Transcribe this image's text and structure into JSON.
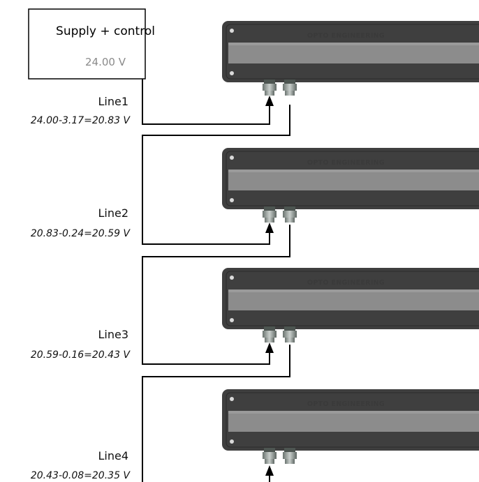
{
  "supply": {
    "title": "Supply + control",
    "voltage": "24.00 V"
  },
  "devices": [
    {
      "brand": "OPTO ENGINEERING"
    },
    {
      "brand": "OPTO ENGINEERING"
    },
    {
      "brand": "OPTO ENGINEERING"
    },
    {
      "brand": "OPTO ENGINEERING"
    }
  ],
  "lines": [
    {
      "label": "Line1",
      "formula": "24.00-3.17=20.83 V"
    },
    {
      "label": "Line2",
      "formula": "20.83-0.24=20.59 V"
    },
    {
      "label": "Line3",
      "formula": "20.59-0.16=20.43 V"
    },
    {
      "label": "Line4",
      "formula": "20.43-0.08=20.35 V"
    }
  ]
}
